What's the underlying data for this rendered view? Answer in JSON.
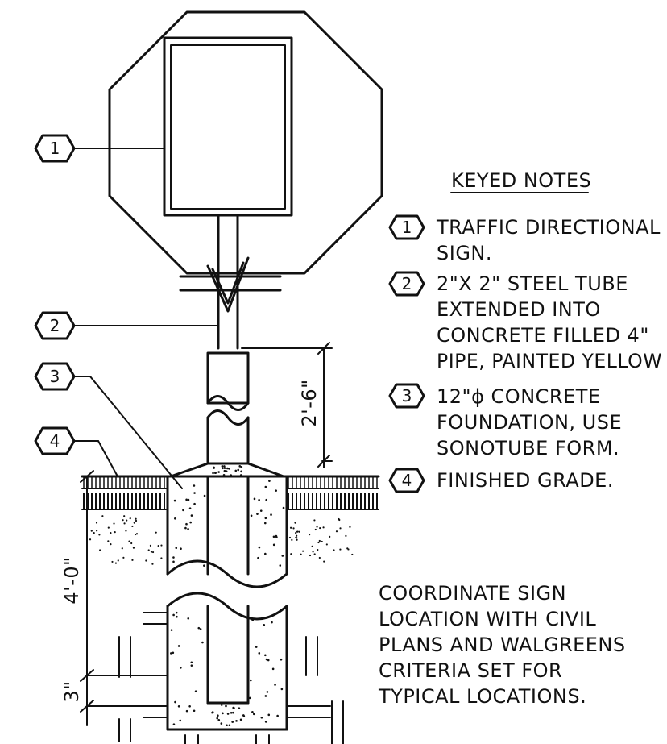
{
  "keyed_notes": {
    "heading": "KEYED NOTES",
    "items": [
      {
        "num": "1",
        "lines": [
          "TRAFFIC DIRECTIONAL",
          "SIGN."
        ]
      },
      {
        "num": "2",
        "lines": [
          "2\"X 2\" STEEL TUBE",
          "EXTENDED INTO",
          "CONCRETE FILLED 4\"",
          "PIPE, PAINTED YELLOW"
        ]
      },
      {
        "num": "3",
        "lines": [
          "12\"ϕ CONCRETE",
          "FOUNDATION, USE",
          "SONOTUBE FORM."
        ]
      },
      {
        "num": "4",
        "lines": [
          "FINISHED GRADE."
        ]
      }
    ]
  },
  "callouts": [
    "1",
    "2",
    "3",
    "4"
  ],
  "dimensions": {
    "above_grade": "2'-6\"",
    "depth": "4'-0\"",
    "bottom": "3\""
  },
  "general_note": {
    "lines": [
      "COORDINATE SIGN",
      "LOCATION WITH CIVIL",
      "PLANS AND WALGREENS",
      "CRITERIA SET FOR",
      "TYPICAL LOCATIONS."
    ]
  }
}
